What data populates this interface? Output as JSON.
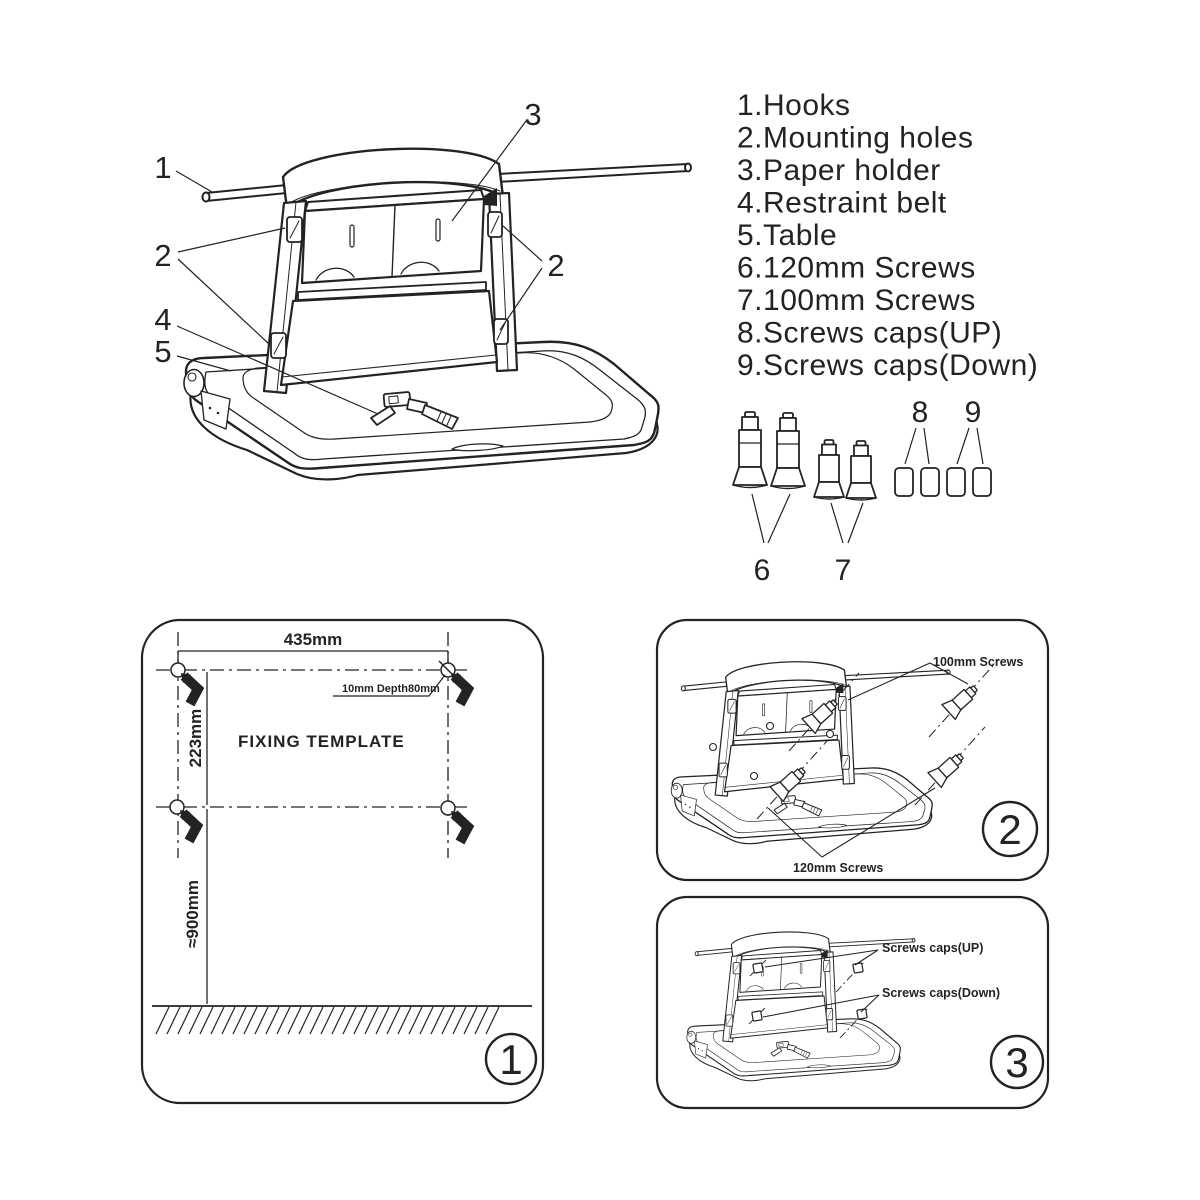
{
  "colors": {
    "ink": "#232323",
    "paper": "#ffffff"
  },
  "main_figure": {
    "callouts": {
      "hooks": "1",
      "mounting_left": "2",
      "paper_holder": "3",
      "mounting_right": "2",
      "restraint_belt": "4",
      "table": "5"
    }
  },
  "parts_list": {
    "items": [
      "1.Hooks",
      "2.Mounting holes",
      "3.Paper holder",
      "4.Restraint belt",
      "5.Table",
      "6.120mm Screws",
      "7.100mm Screws",
      "8.Screws caps(UP)",
      "9.Screws caps(Down)"
    ]
  },
  "hardware": {
    "screws_120_label": "6",
    "screws_100_label": "7",
    "caps_up_label": "8",
    "caps_down_label": "9"
  },
  "panel_fixing_template": {
    "badge": "1",
    "title": "FIXING TEMPLATE",
    "width_dim": "435mm",
    "height_dim": "223mm",
    "floor_dim": "≈900mm",
    "hole_note": "10mm Depth80mm"
  },
  "panel_screws": {
    "badge": "2",
    "label_100": "100mm Screws",
    "label_120": "120mm Screws"
  },
  "panel_caps": {
    "badge": "3",
    "label_up": "Screws caps(UP)",
    "label_down": "Screws caps(Down)"
  }
}
